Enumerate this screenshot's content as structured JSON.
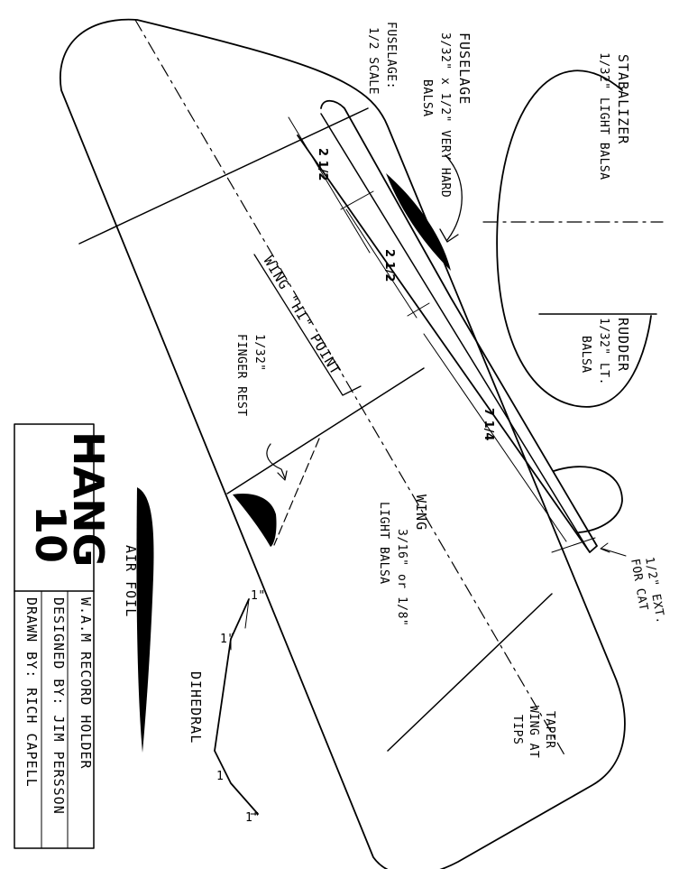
{
  "title": {
    "line1": "HANG",
    "line2": "10"
  },
  "title_block": {
    "record": "W.A.M RECORD HOLDER",
    "designer": "DESIGNED BY: JIM PERSSON",
    "drawn": "DRAWN BY: RICH CAPELL"
  },
  "labels": {
    "fuselage_title": "FUSELAGE",
    "fuselage_material": "3/32\" x 1/2\" VERY HARD",
    "fuselage_balsa": "BALSA",
    "fuselage_scale1": "FUSELAGE:",
    "fuselage_scale2": "1/2 SCALE",
    "stab_title": "STABALIZER",
    "stab_material": "1/32\" LIGHT BALSA",
    "rudder_title": "RUDDER",
    "rudder_material": "1/32\" LT.",
    "rudder_balsa": "BALSA",
    "wing_hi_point": "WING \"HI\" POINT",
    "finger_rest1": "1/32\"",
    "finger_rest2": "FINGER REST",
    "wing_title": "WING",
    "wing_material": "3/16\" or 1/8\"",
    "wing_balsa": "LIGHT BALSA",
    "taper1": "TAPER",
    "taper2": "WING AT",
    "taper3": "TIPS",
    "ext1": "1/2\" EXT.",
    "ext2": "FOR CAT",
    "airfoil": "AIR FOIL",
    "dihedral": "DIHEDRAL"
  },
  "dimensions": {
    "d1": "2 1/2",
    "d2": "2 1/2",
    "d3": "7 1/4"
  },
  "dihedral_marks": {
    "upper_outer": "1\"",
    "upper_inner": "1\"",
    "lower_inner": "1",
    "lower_outer": "1\""
  }
}
